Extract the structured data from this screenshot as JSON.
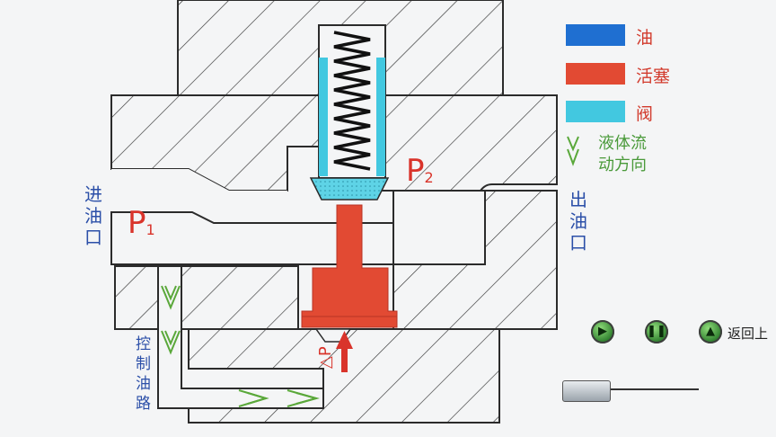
{
  "legend": {
    "oil": {
      "label": "油",
      "color": "#1f6fd1"
    },
    "piston": {
      "label": "活塞",
      "color": "#e24a33"
    },
    "valve": {
      "label": "阀",
      "color": "#42c8e0"
    }
  },
  "flow_direction_label": [
    "液体流",
    "动方向"
  ],
  "inlet_label": [
    "进",
    "油",
    "口"
  ],
  "outlet_label": [
    "出",
    "油",
    "口"
  ],
  "control_path_label": [
    "控",
    "制",
    "油",
    "路"
  ],
  "pressure_p1": {
    "main": "P",
    "sub": "1"
  },
  "pressure_p2": {
    "main": "P",
    "sub": "2"
  },
  "delta_p_label": "△P",
  "controls": {
    "play_icon": "play-icon",
    "pause_icon": "pause-icon",
    "back_icon": "back-icon",
    "back_label": "返回上"
  },
  "colors": {
    "body_outline": "#2b2b2b",
    "hatch": "#333333",
    "flow_arrow": "#5aa83a",
    "delta_arrow": "#d9342b"
  }
}
